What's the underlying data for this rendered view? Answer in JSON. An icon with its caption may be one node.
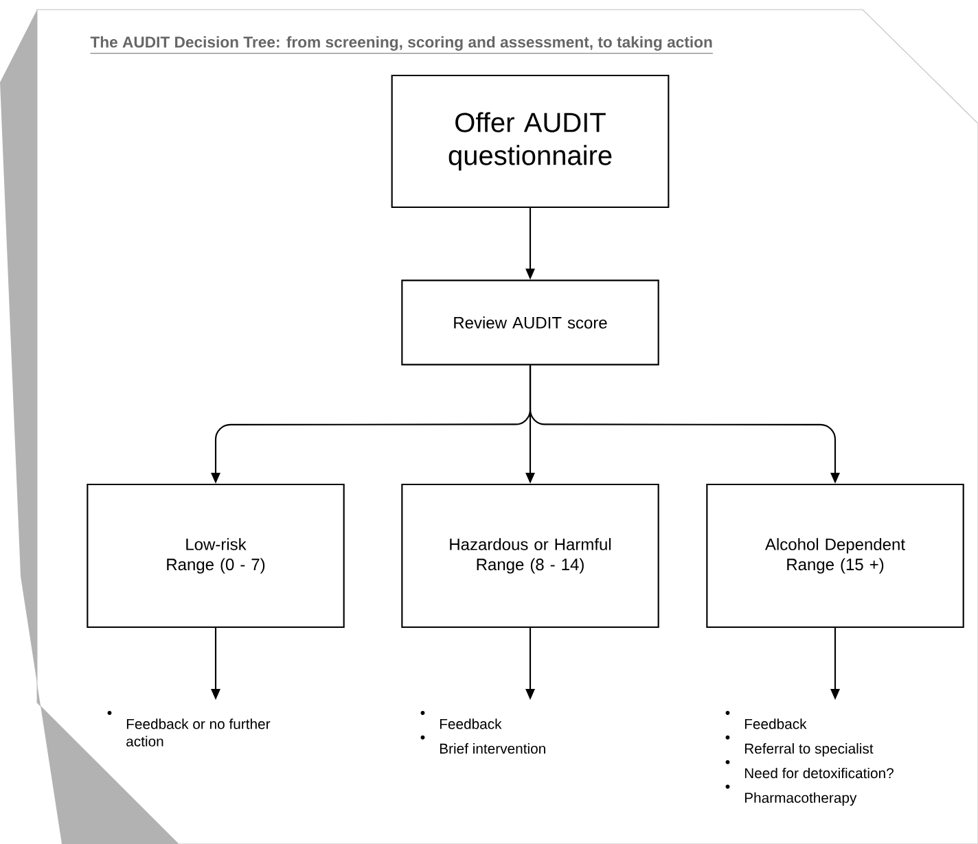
{
  "diagram": {
    "title": "The AUDIT Decision Tree: from screening, scoring and assessment, to taking action",
    "nodes": [
      {
        "text": [
          "Offer AUDIT questionnaire"
        ]
      },
      {
        "text": [
          "Review AUDIT score"
        ]
      },
      {
        "text": [
          "Low-risk Range (0 - 7)"
        ]
      },
      {
        "text": [
          "Hazardous or Harmful Range (8 - 14)"
        ]
      },
      {
        "text": [
          "Alcohol Dependent Range (15 +)"
        ]
      },
      {
        "text": [
          "Feedback or no further action"
        ]
      },
      {
        "text": [
          "Feedback",
          "Brief intervention"
        ]
      },
      {
        "text": [
          "Feedback",
          "Referral to specialist",
          "Need for detoxification?",
          "Pharmacotherapy"
        ]
      }
    ],
    "edges": [
      {
        "from": 0,
        "to": 1,
        "arrow": "to"
      },
      {
        "from": 1,
        "to": 2,
        "arrow": "to"
      },
      {
        "from": 1,
        "to": 3,
        "arrow": "to"
      },
      {
        "from": 1,
        "to": 4,
        "arrow": "to"
      },
      {
        "from": 2,
        "to": 5,
        "arrow": "to"
      },
      {
        "from": 3,
        "to": 6,
        "arrow": "to"
      },
      {
        "from": 4,
        "to": 7,
        "arrow": "to"
      }
    ]
  }
}
